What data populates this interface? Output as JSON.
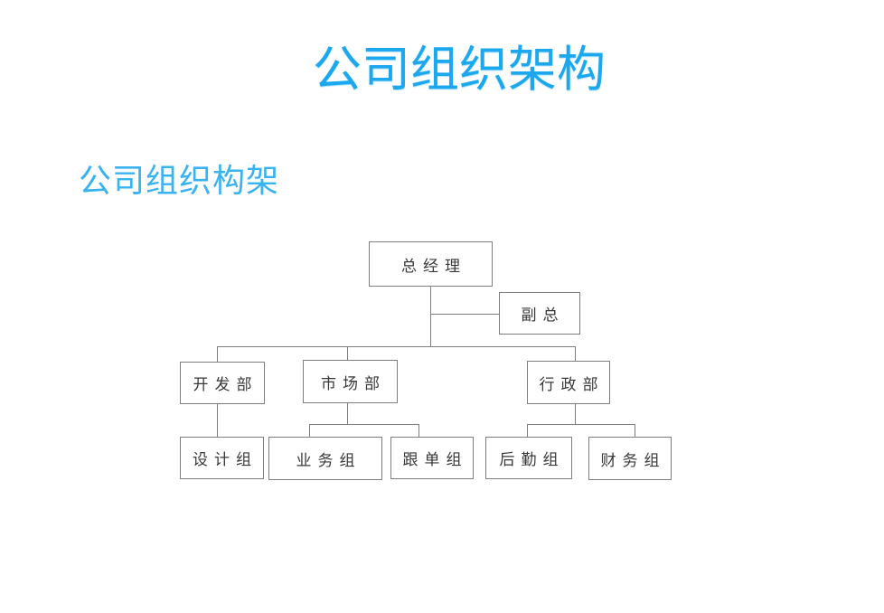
{
  "page": {
    "background_color": "#ffffff"
  },
  "title": {
    "text": "公司组织架构",
    "color": "#1ca8ee"
  },
  "subtitle": {
    "text": "公司组织构架",
    "color": "#38b3f0"
  },
  "org_chart": {
    "line_color": "#7e7e7e",
    "box_border_color": "#7e7e7e",
    "box_fill_color": "#ffffff",
    "box_text_color": "#383838",
    "nodes": [
      {
        "id": "general-manager",
        "label": "总经理",
        "level": 1,
        "parent": null
      },
      {
        "id": "deputy-general-manager",
        "label": "副总",
        "level": 2,
        "parent": "general-manager"
      },
      {
        "id": "development-dept",
        "label": "开发部",
        "level": 3,
        "parent": "general-manager"
      },
      {
        "id": "marketing-dept",
        "label": "市场部",
        "level": 3,
        "parent": "general-manager"
      },
      {
        "id": "administration-dept",
        "label": "行政部",
        "level": 3,
        "parent": "general-manager"
      },
      {
        "id": "design-group",
        "label": "设计组",
        "level": 4,
        "parent": "development-dept"
      },
      {
        "id": "business-group",
        "label": "业务组",
        "level": 4,
        "parent": "marketing-dept"
      },
      {
        "id": "order-follow-up-group",
        "label": "跟单组",
        "level": 4,
        "parent": "marketing-dept"
      },
      {
        "id": "logistics-group",
        "label": "后勤组",
        "level": 4,
        "parent": "administration-dept"
      },
      {
        "id": "finance-group",
        "label": "财务组",
        "level": 4,
        "parent": "administration-dept"
      }
    ]
  }
}
